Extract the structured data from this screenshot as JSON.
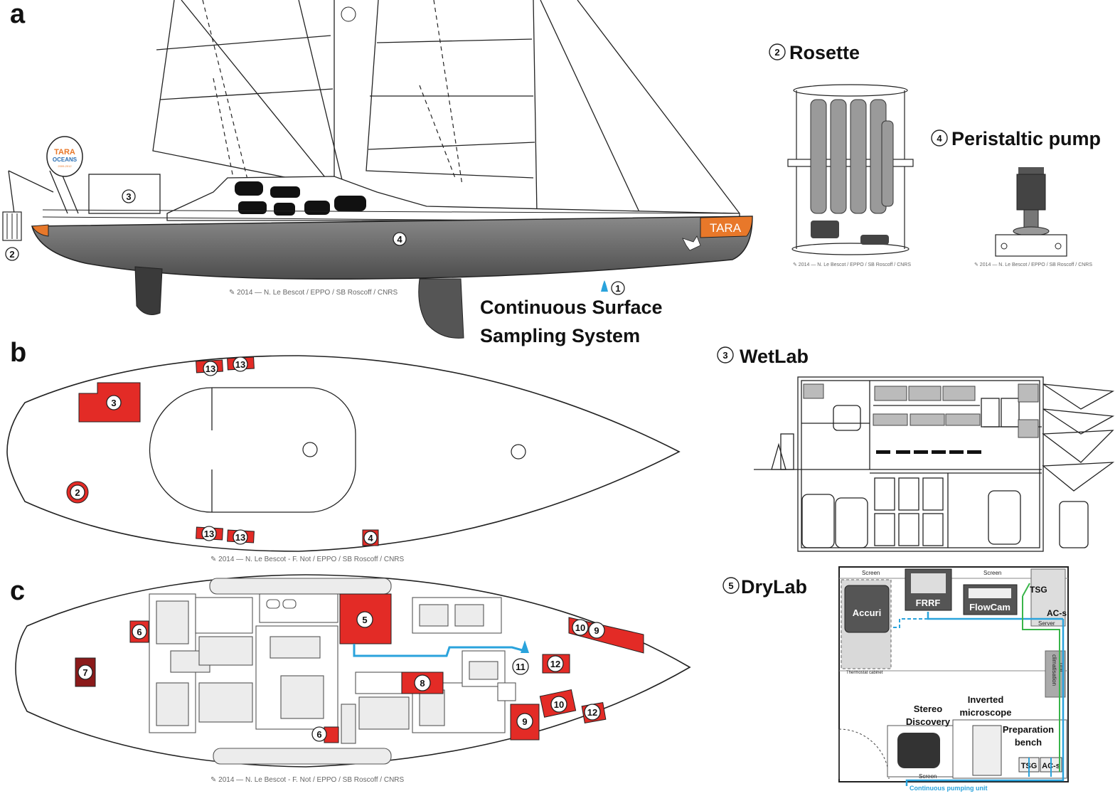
{
  "panels": {
    "a": {
      "letter": "a",
      "credit": "✎ 2014 — N. Le Bescot / EPPO / SB Roscoff / CNRS",
      "logo": {
        "line1": "TARA",
        "line2": "OCEANS",
        "line3": "2009-2012"
      },
      "hull_name": "TARA",
      "markers": {
        "m1": "1",
        "m2": "2",
        "m3": "3",
        "m4": "4"
      },
      "csss_line1": "Continuous Surface",
      "csss_line2": "Sampling System",
      "rosette": {
        "num": "2",
        "title": "Rosette",
        "credit": "✎ 2014 — N. Le Bescot / EPPO / SB Roscoff / CNRS"
      },
      "pump": {
        "num": "4",
        "title": "Peristaltic pump",
        "credit": "✎ 2014 — N. Le Bescot / EPPO / SB Roscoff / CNRS"
      }
    },
    "b": {
      "letter": "b",
      "credit": "✎ 2014 — N. Le Bescot - F. Not / EPPO / SB Roscoff / CNRS",
      "markers": {
        "m2": "2",
        "m3": "3",
        "m4": "4",
        "m13": "13"
      },
      "wetlab": {
        "num": "3",
        "title": "WetLab"
      }
    },
    "c": {
      "letter": "c",
      "credit": "✎ 2014 — N. Le Bescot - F. Not / EPPO / SB Roscoff / CNRS",
      "markers": {
        "m5": "5",
        "m6": "6",
        "m7": "7",
        "m8": "8",
        "m9": "9",
        "m10": "10",
        "m11": "11",
        "m12": "12"
      },
      "drylab": {
        "num": "5",
        "title": "DryLab",
        "screen": "Screen",
        "accuri": "Accuri",
        "frrf": "FRRF",
        "flowcam": "FlowCam",
        "tsg": "TSG",
        "acs": "AC-s",
        "server": "Server",
        "thermostat": "Thermostat cabinet",
        "climatisation_line1": "climatisation",
        "climatisation_line2": "unit",
        "stereo_line1": "Stereo",
        "stereo_line2": "Discovery",
        "inverted_line1": "Inverted",
        "inverted_line2": "microscope",
        "prep_line1": "Preparation",
        "prep_line2": "bench",
        "pumping": "Continuous pumping unit"
      }
    }
  },
  "colors": {
    "hull": "#666666",
    "accent": "#e8782a",
    "marker": "#e32b26",
    "pipe": "#2aa3dc",
    "pipe_green": "#39b54a"
  }
}
